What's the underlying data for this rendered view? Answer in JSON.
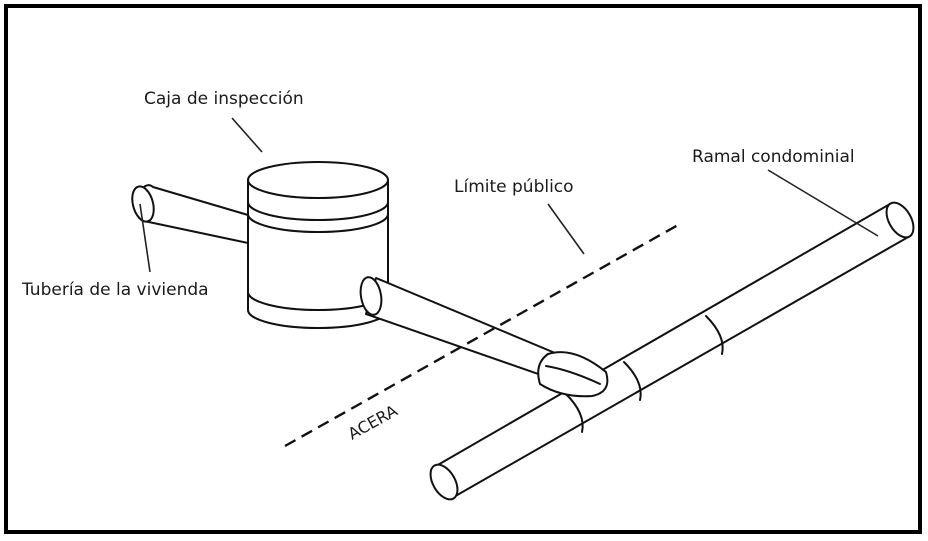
{
  "figure": {
    "labels": {
      "inspection_box": "Caja de inspección",
      "house_pipe": "Tubería de la vivienda",
      "public_limit": "Límite público",
      "condominial_branch": "Ramal condominial",
      "sidewalk": "ACERA"
    }
  }
}
